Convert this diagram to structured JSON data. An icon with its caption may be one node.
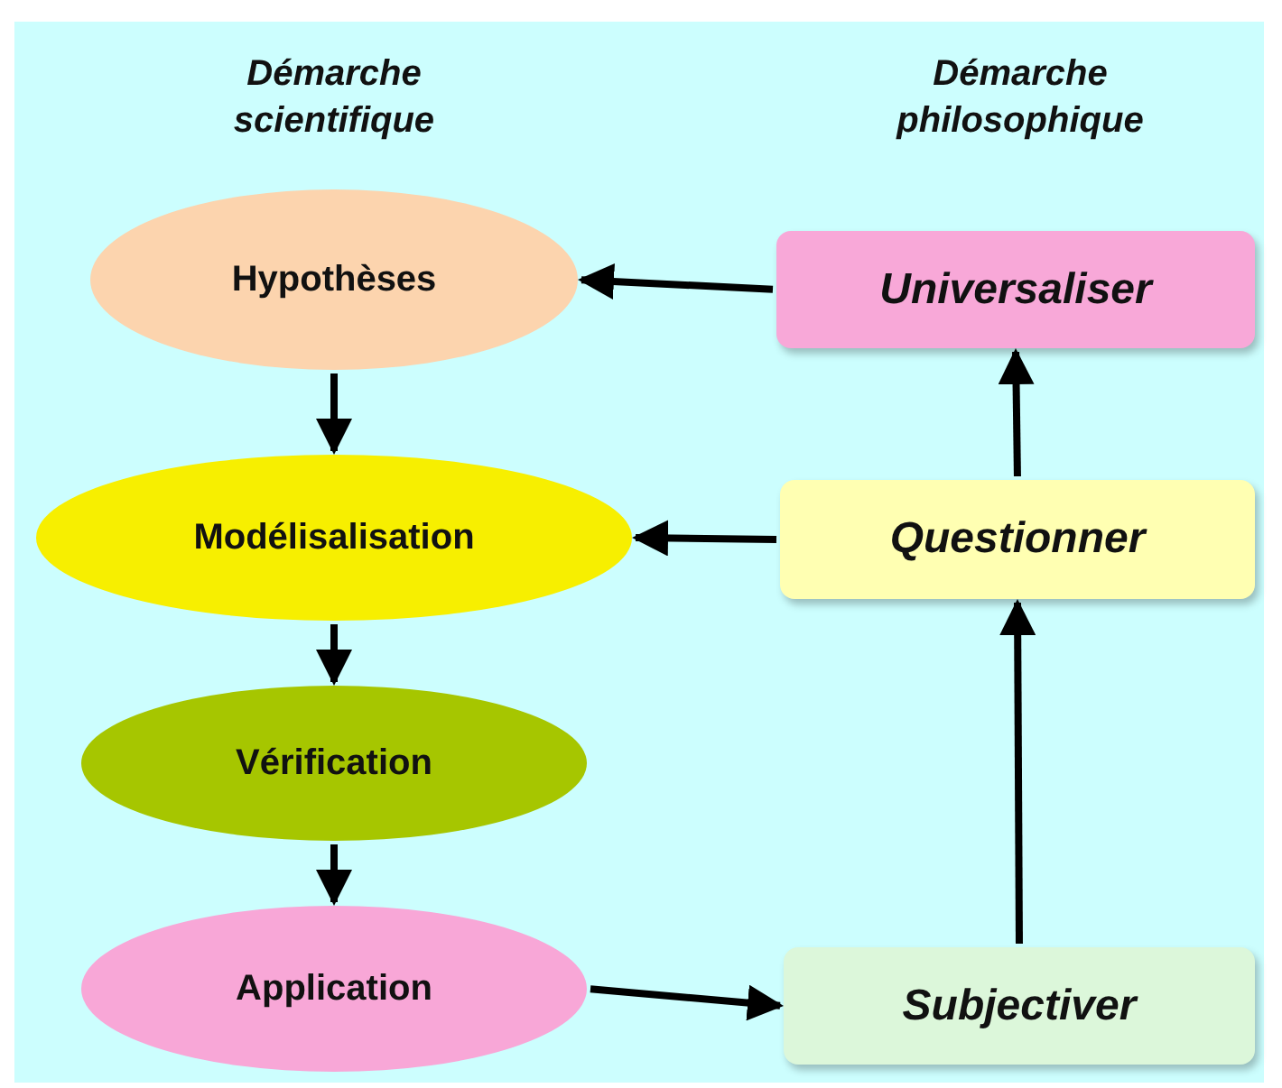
{
  "diagram": {
    "nodes": [
      {
        "text": [
          "Hypothèses"
        ]
      },
      {
        "text": [
          "Modélisalisation"
        ]
      },
      {
        "text": [
          "Vérification"
        ]
      },
      {
        "text": [
          "Application"
        ]
      },
      {
        "text": [
          "Universaliser"
        ]
      },
      {
        "text": [
          "Questionner"
        ]
      },
      {
        "text": [
          "Subjectiver"
        ]
      }
    ],
    "edges": [
      {
        "from": 0,
        "to": 1,
        "arrow": "to"
      },
      {
        "from": 1,
        "to": 2,
        "arrow": "to"
      },
      {
        "from": 2,
        "to": 3,
        "arrow": "to"
      },
      {
        "from": 3,
        "to": 6,
        "arrow": "to"
      },
      {
        "from": 6,
        "to": 5,
        "arrow": "to"
      },
      {
        "from": 5,
        "to": 4,
        "arrow": "to"
      },
      {
        "from": 4,
        "to": 0,
        "arrow": "to"
      },
      {
        "from": 5,
        "to": 1,
        "arrow": "to"
      }
    ],
    "labels": [
      "Démarche scientifique",
      "Démarche philosophique"
    ]
  }
}
